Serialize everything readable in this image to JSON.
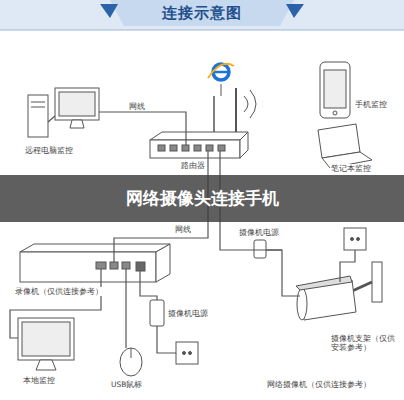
{
  "diagram": {
    "title": "连接示意图",
    "caption": "网络摄像头连接手机",
    "labels": [
      "网线",
      "远程电脑监控",
      "路由器",
      "手机监控",
      "笔记本监控",
      "网线",
      "摄像机电源",
      "录像机（仅供连接参考）",
      "摄像机电源",
      "本地监控",
      "USB鼠标",
      "摄像机支架（仅供安装参考）",
      "网络摄像机（仅供连接参考）"
    ]
  }
}
